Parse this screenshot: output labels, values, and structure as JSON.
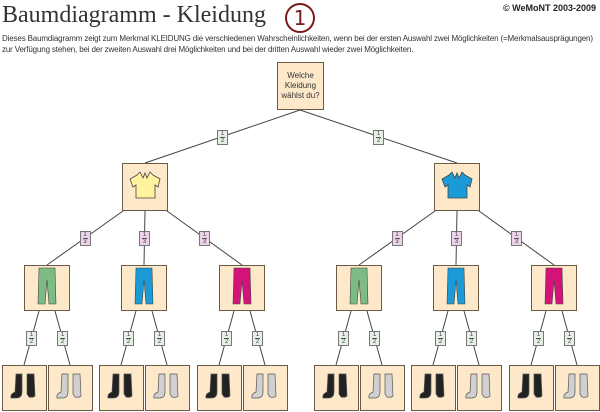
{
  "header": {
    "title": "Baumdiagramm - Kleidung",
    "number": "1",
    "logo": "© WeMoNT 2003-2009"
  },
  "description": "Dieses Baumdiagramm zeigt zum Merkmal KLEIDUNG die verschiedenen Wahrscheinlichkeiten, wenn bei der ersten Auswahl zwei Möglichkeiten (=Merkmalsausprägungen) zur Verfügung stehen, bei der zweiten Auswahl drei Möglichkeiten und bei der dritten Auswahl wieder zwei Möglichkeiten.",
  "root": {
    "label": "Welche Kleidung wählst du?"
  },
  "level1": {
    "probability": {
      "num": "1",
      "den": "2"
    },
    "items": [
      {
        "icon": "shirt",
        "color": "#fff3a0"
      },
      {
        "icon": "shirt",
        "color": "#1a9ad6"
      }
    ]
  },
  "level2": {
    "probability": {
      "num": "1",
      "den": "3"
    },
    "items": [
      {
        "icon": "pants",
        "color": "#7dbb84"
      },
      {
        "icon": "pants",
        "color": "#1a9ad6"
      },
      {
        "icon": "pants",
        "color": "#d4127a"
      }
    ]
  },
  "level3": {
    "probability": {
      "num": "1",
      "den": "2"
    },
    "items": [
      {
        "icon": "socks",
        "color": "#222222"
      },
      {
        "icon": "socks",
        "color": "#d0d0d0"
      }
    ]
  }
}
